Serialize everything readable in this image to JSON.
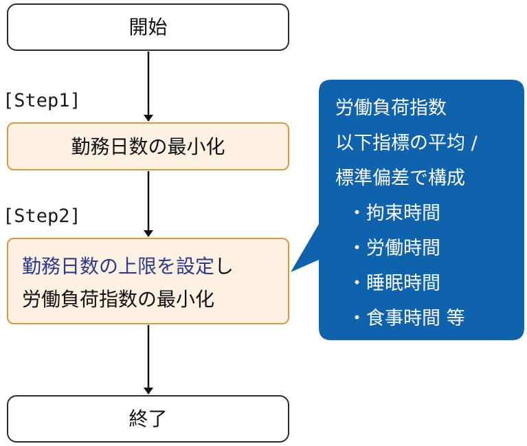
{
  "flow": {
    "start": "開始",
    "step1_label": "[Step1]",
    "step1_text": "勤務日数の最小化",
    "step2_label": "[Step2]",
    "step2_highlight": "勤務日数の上限を設定",
    "step2_tail": "し",
    "step2_line2": "労働負荷指数の最小化",
    "end": "終了"
  },
  "callout": {
    "lines": [
      "労働負荷指数",
      "以下指標の平均 /",
      "標準偏差で構成"
    ],
    "bullets": [
      "・拘束時間",
      "・労働時間",
      "・睡眠時間",
      "・食事時間 等"
    ]
  },
  "colors": {
    "step_fill": "#fdf1e3",
    "step_border": "#d69a3a",
    "callout_fill": "#0f63ad",
    "highlight_text": "#2b3a8f",
    "arrow": "#111111"
  }
}
